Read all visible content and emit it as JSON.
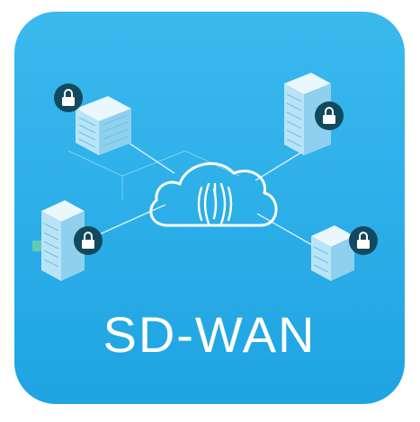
{
  "icon": {
    "title": "SD-WAN",
    "symbol_name": "sd-wan-network-icon",
    "nodes": [
      "building-top-left",
      "building-top-right",
      "building-bottom-left",
      "building-bottom-right"
    ],
    "center_symbol": "cloud-icon",
    "lock_badges": 4
  },
  "colors": {
    "background_outer": "#ffffff",
    "tile_top": "#3ab9ee",
    "tile_bottom": "#1fa4e2",
    "line": "#d6efff",
    "cloud_stroke": "#ffffff",
    "lock_badge": "#13495e",
    "building_light": "#eaf7fd",
    "building_mid": "#b9e4f7",
    "building_dark": "#8fd0ee",
    "title_text": "#ffffff"
  }
}
